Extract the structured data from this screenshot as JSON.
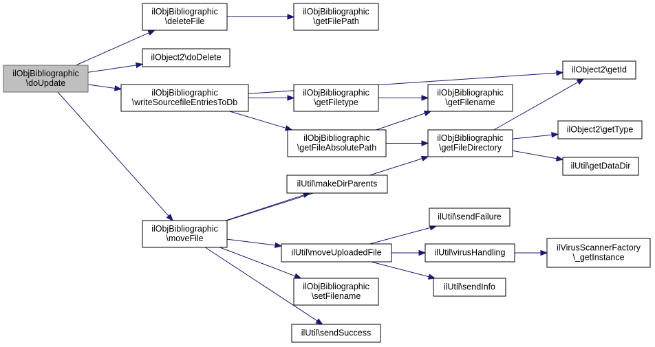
{
  "nodes": [
    {
      "id": "doUpdate",
      "lines": [
        "ilObjBibliographic",
        "\\doUpdate"
      ],
      "root": true
    },
    {
      "id": "deleteFile",
      "lines": [
        "ilObjBibliographic",
        "\\deleteFile"
      ]
    },
    {
      "id": "getFilePath",
      "lines": [
        "ilObjBibliographic",
        "\\getFilePath"
      ]
    },
    {
      "id": "doDelete",
      "lines": [
        "ilObject2\\doDelete"
      ]
    },
    {
      "id": "writeSourcefileEntriesToDb",
      "lines": [
        "ilObjBibliographic",
        "\\writeSourcefileEntriesToDb"
      ]
    },
    {
      "id": "getId",
      "lines": [
        "ilObject2\\getId"
      ]
    },
    {
      "id": "getFiletype",
      "lines": [
        "ilObjBibliographic",
        "\\getFiletype"
      ]
    },
    {
      "id": "getFilename",
      "lines": [
        "ilObjBibliographic",
        "\\getFilename"
      ]
    },
    {
      "id": "getFileAbsolutePath",
      "lines": [
        "ilObjBibliographic",
        "\\getFileAbsolutePath"
      ]
    },
    {
      "id": "getFileDirectory",
      "lines": [
        "ilObjBibliographic",
        "\\getFileDirectory"
      ]
    },
    {
      "id": "getType",
      "lines": [
        "ilObject2\\getType"
      ]
    },
    {
      "id": "getDataDir",
      "lines": [
        "ilUtil\\getDataDir"
      ]
    },
    {
      "id": "makeDirParents",
      "lines": [
        "ilUtil\\makeDirParents"
      ]
    },
    {
      "id": "moveFile",
      "lines": [
        "ilObjBibliographic",
        "\\moveFile"
      ]
    },
    {
      "id": "sendFailure",
      "lines": [
        "ilUtil\\sendFailure"
      ]
    },
    {
      "id": "moveUploadedFile",
      "lines": [
        "ilUtil\\moveUploadedFile"
      ]
    },
    {
      "id": "virusHandling",
      "lines": [
        "ilUtil\\virusHandling"
      ]
    },
    {
      "id": "getInstance",
      "lines": [
        "ilVirusScannerFactory",
        "\\_getInstance"
      ]
    },
    {
      "id": "sendInfo",
      "lines": [
        "ilUtil\\sendInfo"
      ]
    },
    {
      "id": "setFilename",
      "lines": [
        "ilObjBibliographic",
        "\\setFilename"
      ]
    },
    {
      "id": "sendSuccess",
      "lines": [
        "ilUtil\\sendSuccess"
      ]
    }
  ],
  "edges": [
    {
      "from": "doUpdate",
      "to": "deleteFile"
    },
    {
      "from": "doUpdate",
      "to": "doDelete"
    },
    {
      "from": "doUpdate",
      "to": "writeSourcefileEntriesToDb"
    },
    {
      "from": "doUpdate",
      "to": "moveFile"
    },
    {
      "from": "deleteFile",
      "to": "getFilePath"
    },
    {
      "from": "writeSourcefileEntriesToDb",
      "to": "getId"
    },
    {
      "from": "writeSourcefileEntriesToDb",
      "to": "getFiletype"
    },
    {
      "from": "writeSourcefileEntriesToDb",
      "to": "getFileAbsolutePath"
    },
    {
      "from": "getFiletype",
      "to": "getFilename"
    },
    {
      "from": "getFileAbsolutePath",
      "to": "getFilename"
    },
    {
      "from": "getFileAbsolutePath",
      "to": "getFileDirectory"
    },
    {
      "from": "getFileDirectory",
      "to": "getId"
    },
    {
      "from": "getFileDirectory",
      "to": "getType"
    },
    {
      "from": "getFileDirectory",
      "to": "getDataDir"
    },
    {
      "from": "moveFile",
      "to": "makeDirParents"
    },
    {
      "from": "moveFile",
      "to": "getFileDirectory"
    },
    {
      "from": "moveFile",
      "to": "moveUploadedFile"
    },
    {
      "from": "moveFile",
      "to": "setFilename"
    },
    {
      "from": "moveFile",
      "to": "sendSuccess"
    },
    {
      "from": "moveUploadedFile",
      "to": "sendFailure"
    },
    {
      "from": "moveUploadedFile",
      "to": "virusHandling"
    },
    {
      "from": "moveUploadedFile",
      "to": "sendInfo"
    },
    {
      "from": "virusHandling",
      "to": "getInstance"
    }
  ],
  "colors": {
    "edge": "#191970",
    "root_fill": "#bfbfbf",
    "root_stroke": "#666666",
    "node_stroke": "#000000"
  }
}
